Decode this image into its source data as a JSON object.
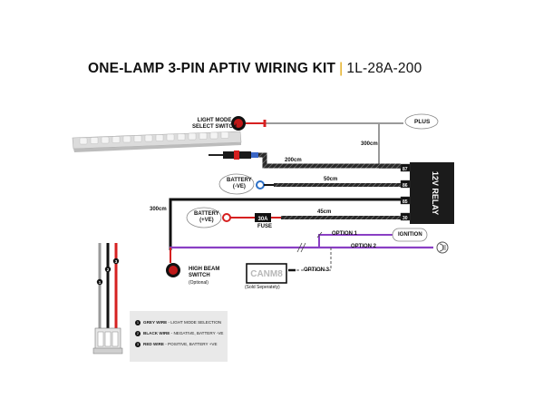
{
  "title": {
    "main": "ONE-LAMP 3-PIN APTIV WIRING KIT",
    "separator": "|",
    "part_number": "1L-28A-200"
  },
  "components": {
    "light_mode_switch": "LIGHT MODE\nSELECT SWITCH",
    "plus": "PLUS",
    "battery_neg": "BATTERY\n(-VE)",
    "battery_pos": "BATTERY\n(+VE)",
    "fuse_value": "30A",
    "fuse_label": "FUSE",
    "relay": "12V RELAY",
    "relay_pins": [
      "87",
      "86",
      "85",
      "30"
    ],
    "ignition": "IGNITION",
    "high_beam_switch": "HIGH BEAM\nSWITCH",
    "high_beam_optional": "(Optional)",
    "canm8": "CANM8",
    "canm8_note": "(Sold Seperately)"
  },
  "wire_lengths": {
    "top_right": "300cm",
    "harness": "200cm",
    "battery_neg": "50cm",
    "left": "300cm",
    "battery_pos": "45cm"
  },
  "options": {
    "option1": "OPTION 1",
    "option2": "OPTION 2",
    "option3": "OPTION 3"
  },
  "connector_numbers": [
    "1",
    "2",
    "3"
  ],
  "legend": [
    {
      "num": "1",
      "wire": "GREY WIRE",
      "desc": " - LIGHT MODE SELECTION"
    },
    {
      "num": "2",
      "wire": "BLACK WIRE",
      "desc": " - NEGATIVE, BATTERY -VE"
    },
    {
      "num": "3",
      "wire": "RED WIRE",
      "desc": " - POSITIVE, BATTERY +VE"
    }
  ],
  "colors": {
    "grey_wire": "#9a9a9a",
    "black_wire": "#111111",
    "red_wire": "#d62020",
    "purple_wire": "#8a3fc4",
    "accent": "#e0a300",
    "relay_body": "#1b1b1b"
  }
}
